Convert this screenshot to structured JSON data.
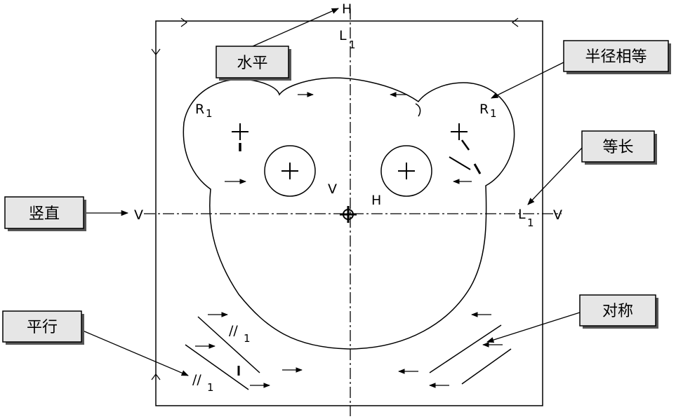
{
  "callouts": {
    "horizontal": "水平",
    "equal_radius": "半径相等",
    "equal_length": "等长",
    "vertical": "竖直",
    "parallel": "平行",
    "symmetric": "对称"
  },
  "constraint_symbols": {
    "H": "H",
    "V": "V",
    "L": "L",
    "R": "R",
    "parallel": "//",
    "index": "1"
  },
  "colors": {
    "line": "#000000",
    "callout_fill": "#e6e6e6",
    "callout_shadow": "#555555",
    "background": "#ffffff"
  }
}
